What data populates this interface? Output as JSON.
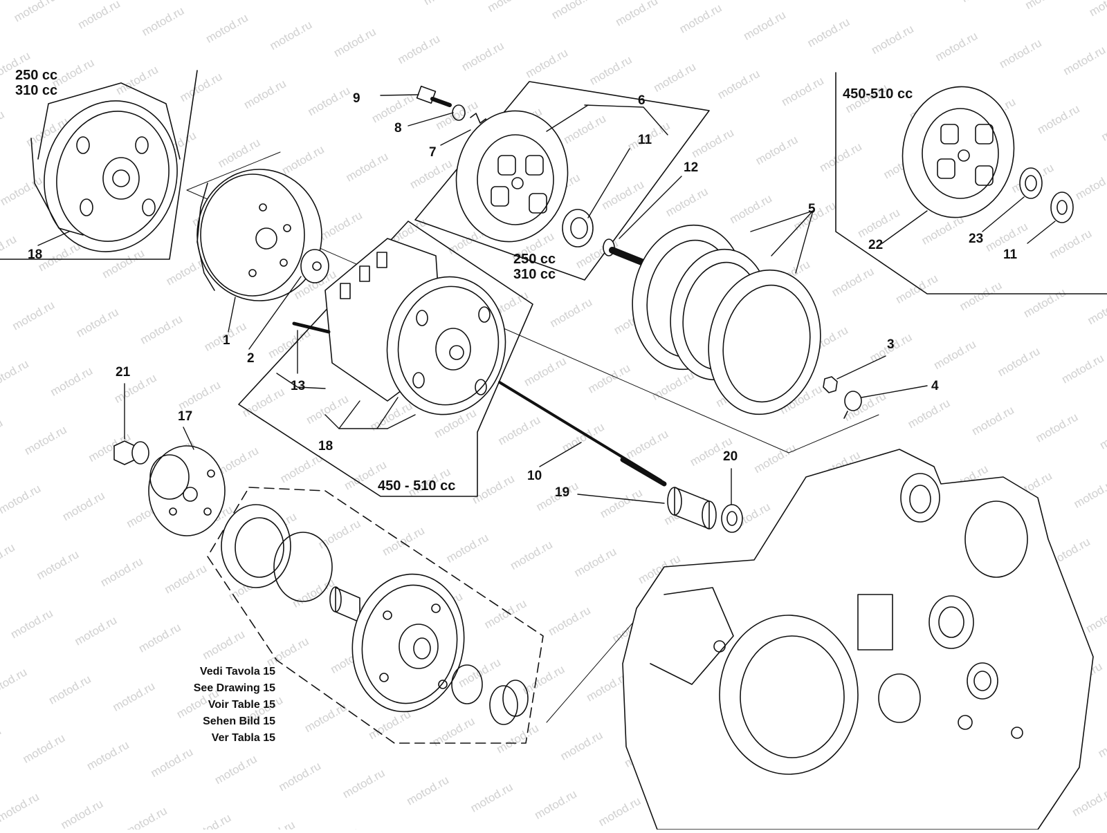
{
  "watermark": "motod.ru",
  "callouts": {
    "p1": "1",
    "p2": "2",
    "p3": "3",
    "p4": "4",
    "p5": "5",
    "p6": "6",
    "p7": "7",
    "p8": "8",
    "p9": "9",
    "p10": "10",
    "p11a": "11",
    "p11b": "11",
    "p12": "12",
    "p13": "13",
    "p17": "17",
    "p18a": "18",
    "p18b": "18",
    "p19": "19",
    "p20": "20",
    "p21": "21",
    "p22": "22",
    "p23": "23"
  },
  "variants": {
    "tl_a": "250 cc",
    "tl_b": "310 cc",
    "mid_a": "250 cc",
    "mid_b": "310 cc",
    "tr": "450-510 cc",
    "center": "450 - 510 cc"
  },
  "reference_note": [
    "Vedi Tavola 15",
    "See Drawing 15",
    "Voir Table 15",
    "Sehen Bild 15",
    "Ver Tabla 15"
  ]
}
